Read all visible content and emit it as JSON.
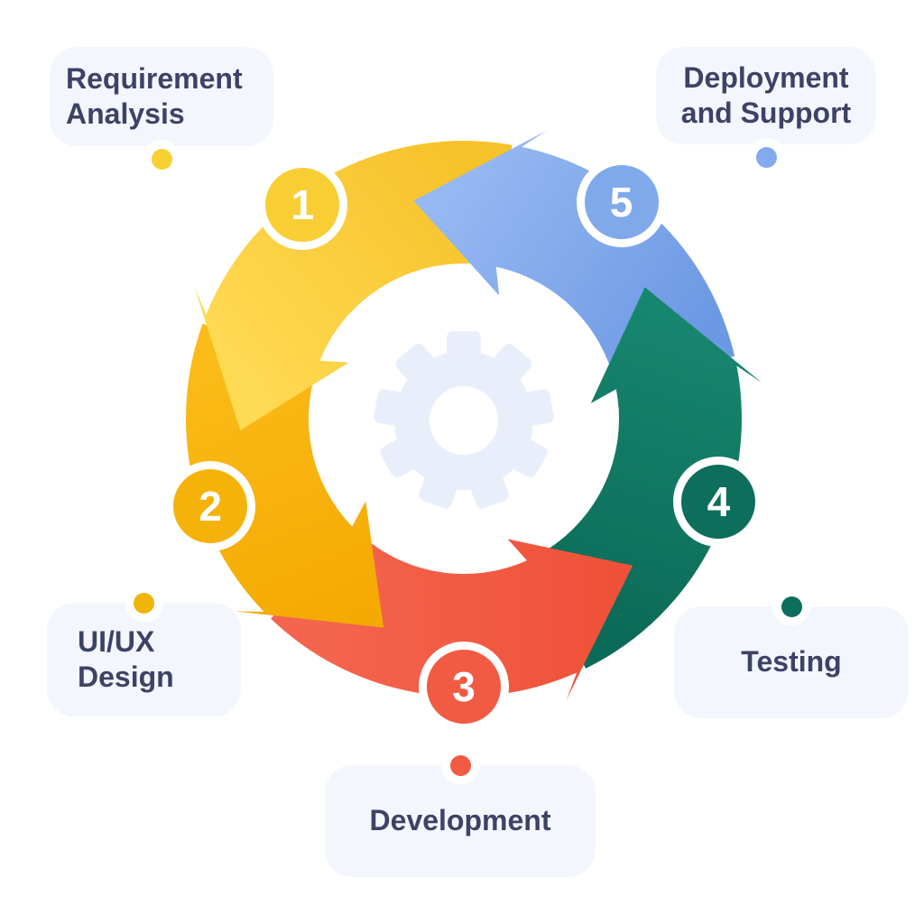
{
  "colors": {
    "background": "#FFFFFF",
    "card_bg": "#F3F7FD",
    "card_text": "#3D4266",
    "gear": "#E9EFFA",
    "badge_ring": "#FFFFFF",
    "badge_number_text": "#FFFFFF"
  },
  "stages": [
    {
      "number": "1",
      "label": "Requirement Analysis",
      "lines": [
        "Requirement",
        "Analysis"
      ],
      "badge_color": "#F9CE35",
      "dot_color": "#F7D133",
      "arrow_gradient": [
        "#F6C22A",
        "#FFDB55"
      ]
    },
    {
      "number": "2",
      "label": "UI/UX Design",
      "lines": [
        "UI/UX",
        "Design"
      ],
      "badge_color": "#F5B20A",
      "dot_color": "#F0B40A",
      "arrow_gradient": [
        "#FBBB18",
        "#F4A902"
      ]
    },
    {
      "number": "3",
      "label": "Development",
      "lines": [
        "Development"
      ],
      "badge_color": "#F15B43",
      "dot_color": "#F15B43",
      "arrow_gradient": [
        "#F4654F",
        "#EF5138"
      ]
    },
    {
      "number": "4",
      "label": "Testing",
      "lines": [
        "Testing"
      ],
      "badge_color": "#0D6E5B",
      "dot_color": "#0D6E5B",
      "arrow_gradient": [
        "#0C6B58",
        "#17866E"
      ]
    },
    {
      "number": "5",
      "label": "Deployment and Support",
      "lines": [
        "Deployment",
        "and Support"
      ],
      "badge_color": "#80A9EC",
      "dot_color": "#82AAEC",
      "arrow_gradient": [
        "#6C99E4",
        "#97B9F2"
      ]
    }
  ]
}
